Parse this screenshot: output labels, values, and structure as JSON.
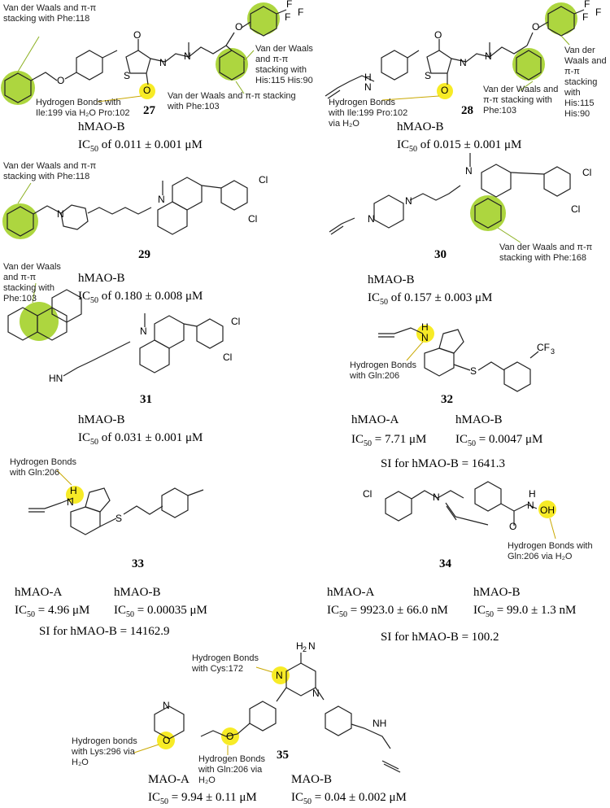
{
  "compounds": [
    {
      "id": "27",
      "label": "27",
      "target": "hMAO-B",
      "ic50_prefix": "IC",
      "ic50_sub": "50",
      "ic50_text": " of 0.011 ± 0.001 μM",
      "annotations": [
        "Van der Waals and π-π stacking with Phe:118",
        "Hydrogen Bonds with Ile:199 via H₂O Pro:102",
        "Van der Waals and π-π stacking with His:115 His:90",
        "Van der Waals and π-π stacking with Phe:103"
      ]
    },
    {
      "id": "28",
      "label": "28",
      "target": "hMAO-B",
      "ic50_prefix": "IC",
      "ic50_sub": "50",
      "ic50_text": " of 0.015 ± 0.001 μM",
      "annotations": [
        "Hydrogen Bonds with Ile:199 Pro:102 via H₂O",
        "Van der Waals and π-π stacking with Phe:103",
        "Van der Waals and π-π stacking with His:115 His:90"
      ]
    },
    {
      "id": "29",
      "label": "29",
      "target": "hMAO-B",
      "ic50_prefix": "IC",
      "ic50_sub": "50",
      "ic50_text": " of 0.180 ± 0.008 μM",
      "annotations": [
        "Van der Waals and π-π stacking with Phe:118"
      ]
    },
    {
      "id": "30",
      "label": "30",
      "target": "hMAO-B",
      "ic50_prefix": "IC",
      "ic50_sub": "50",
      "ic50_text": " of 0.157 ± 0.003 μM",
      "annotations": [
        "Van der Waals and π-π stacking with Phe:168"
      ]
    },
    {
      "id": "31",
      "label": "31",
      "target": "hMAO-B",
      "ic50_prefix": "IC",
      "ic50_sub": "50",
      "ic50_text": " of 0.031 ± 0.001 μM",
      "annotations": [
        "Van der Waals and π-π stacking with Phe:103"
      ]
    },
    {
      "id": "32",
      "label": "32",
      "target_a": "hMAO-A",
      "target_b": "hMAO-B",
      "ic50_a": " = 7.71 μM",
      "ic50_b": " = 0.0047 μM",
      "si": "SI for hMAO-B = 1641.3",
      "annotations": [
        "Hydrogen Bonds with Gln:206"
      ]
    },
    {
      "id": "33",
      "label": "33",
      "target_a": "hMAO-A",
      "target_b": "hMAO-B",
      "ic50_a": " = 4.96 μM",
      "ic50_b": " = 0.00035 μM",
      "si": "SI for hMAO-B = 14162.9",
      "annotations": [
        "Hydrogen Bonds with Gln:206"
      ]
    },
    {
      "id": "34",
      "label": "34",
      "target_a": "hMAO-A",
      "target_b": "hMAO-B",
      "ic50_a": " = 9923.0 ± 66.0 nM",
      "ic50_b": " = 99.0 ± 1.3 nM",
      "si": "SI for hMAO-B = 100.2",
      "annotations": [
        "Hydrogen Bonds with Gln:206 via H₂O"
      ]
    },
    {
      "id": "35",
      "label": "35",
      "target_a": "MAO-A",
      "target_b": "MAO-B",
      "ic50_a": " = 9.94 ± 0.11 μM",
      "ic50_b": " = 0.04 ± 0.002 μM",
      "annotations": [
        "Hydrogen Bonds with Cys:172",
        "Hydrogen bonds with Lys:296 via H₂O",
        "Hydrogen Bonds with Gln:206 via H₂O"
      ]
    }
  ],
  "atoms": {
    "O": "O",
    "S": "S",
    "N": "N",
    "F": "F",
    "Cl": "Cl",
    "H": "H",
    "HN": "HN",
    "NH": "NH",
    "OH": "OH",
    "CF3": "CF",
    "three": "3",
    "H2N": "H",
    "two": "2"
  },
  "colors": {
    "green_highlight": "#a4d12a",
    "yellow_highlight": "#f7ea1a"
  }
}
